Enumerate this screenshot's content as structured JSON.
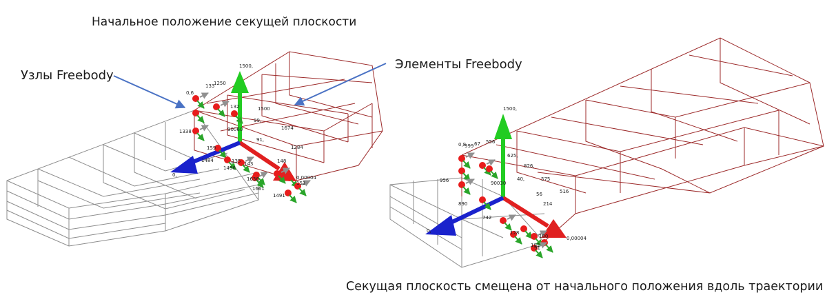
{
  "captions": {
    "top": "Начальное положение секущей плоскости",
    "nodes": "Узлы Freebody",
    "elements": "Элементы Freebody",
    "bottom": "Секущая плоскость смещена от начального положения вдоль траектории"
  },
  "colors": {
    "mesh_grey": "#8c8c8c",
    "mesh_red": "#9c2a2a",
    "axis_x": "#e02020",
    "axis_y": "#22cc22",
    "axis_z": "#1a22cc",
    "pointer": "#4a72c4",
    "node": "#e81c1c",
    "force_green": "#2aa52a",
    "force_grey": "#909090"
  },
  "left_view": {
    "axis_label_y": "1500,",
    "axis_label_x": "0,00004",
    "axis_label_z": "0,",
    "node_labels": [
      "0,6",
      "133",
      "1250",
      "132",
      "1500",
      "99,",
      "90060",
      "1674",
      "91,",
      "1338",
      "1284",
      "159",
      "1484",
      "135",
      "1496",
      "143",
      "1636",
      "151",
      "148",
      "1661",
      "1491"
    ]
  },
  "right_view": {
    "axis_label_y": "1500,",
    "axis_label_x": "0,00004",
    "axis_label_z": "0,",
    "node_labels": [
      "0,8",
      "999",
      "67",
      "556",
      "625,",
      "826,",
      "90030",
      "40,",
      "575",
      "516",
      "956",
      "56",
      "214",
      "890",
      "742",
      "128",
      "180",
      "182",
      "91"
    ]
  }
}
